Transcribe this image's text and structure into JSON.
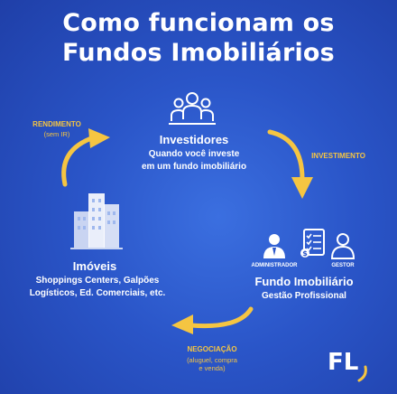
{
  "title": {
    "line1": "Como funcionam os",
    "line2": "Fundos Imobiliários"
  },
  "nodes": {
    "investors": {
      "heading": "Investidores",
      "line1": "Quando você investe",
      "line2": "em um fundo imobiliário",
      "icon": "people-group-icon"
    },
    "fund": {
      "heading": "Fundo Imobiliário",
      "subheading": "Gestão Profissional",
      "administrator_label": "ADMINISTRADOR",
      "manager_label": "GESTOR",
      "icons": [
        "administrator-icon",
        "document-checklist-icon",
        "manager-icon"
      ]
    },
    "properties": {
      "heading": "Imóveis",
      "line1": "Shoppings Centers, Galpões",
      "line2": "Logísticos, Ed. Comerciais, etc.",
      "icon": "buildings-icon"
    }
  },
  "flows": {
    "income": {
      "label": "RENDIMENTO",
      "note": "(sem IR)"
    },
    "investment": {
      "label": "INVESTIMENTO"
    },
    "trading": {
      "label": "NEGOCIAÇÃO",
      "note_line1": "(aluguel, compra",
      "note_line2": "e venda)"
    }
  },
  "logo": {
    "text": "FL",
    "mark": "comma-swoosh"
  },
  "colors": {
    "background": "#2a55c8",
    "accent": "#f5c542",
    "text": "#ffffff"
  }
}
